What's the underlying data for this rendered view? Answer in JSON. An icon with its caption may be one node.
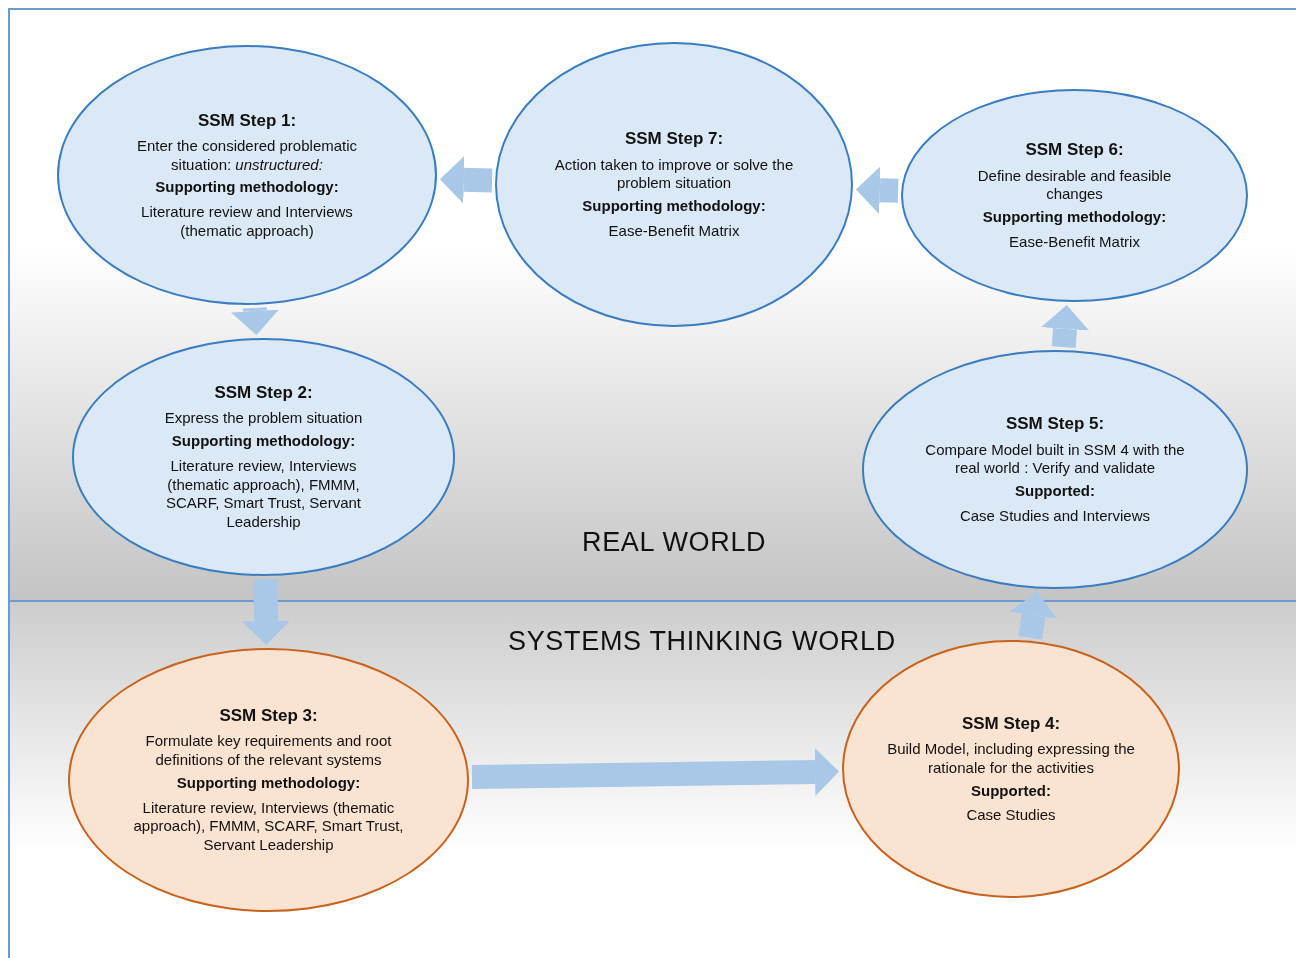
{
  "diagram": {
    "nodes": [
      {
        "text": [
          "SSM Step 1:",
          "Enter the considered problematic situation: *unstructured:*",
          "Supporting methodology:",
          "Literature review and Interviews (thematic approach)"
        ]
      },
      {
        "text": [
          "SSM Step 7:",
          "Action taken to improve or solve the problem situation",
          "Supporting methodology:",
          "Ease-Benefit Matrix"
        ]
      },
      {
        "text": [
          "SSM Step 6:",
          "Define desirable and feasible changes",
          "Supporting methodology:",
          "Ease-Benefit Matrix"
        ]
      },
      {
        "text": [
          "SSM Step 2:",
          "Express the problem situation",
          "Supporting methodology:",
          "Literature review, Interviews (thematic approach), FMMM, SCARF, Smart Trust, Servant Leadership"
        ]
      },
      {
        "text": [
          "SSM Step 5:",
          "Compare Model built in SSM 4 with the real world : Verify and validate",
          "Supported:",
          "Case Studies and Interviews"
        ]
      },
      {
        "text": [
          "SSM Step 3:",
          "Formulate key requirements and root definitions of the relevant systems",
          "Supporting methodology:",
          "Literature review, Interviews (thematic approach), FMMM, SCARF, Smart Trust, Servant Leadership"
        ]
      },
      {
        "text": [
          "SSM Step 4:",
          "Build Model, including expressing the rationale for the activities",
          "Supported:",
          "Case Studies"
        ]
      }
    ],
    "edges": [
      {
        "from": 1,
        "to": 0,
        "arrow": "to"
      },
      {
        "from": 2,
        "to": 1,
        "arrow": "to"
      },
      {
        "from": 0,
        "to": 3,
        "arrow": "to"
      },
      {
        "from": 3,
        "to": 5,
        "arrow": "to"
      },
      {
        "from": 5,
        "to": 6,
        "arrow": "to"
      },
      {
        "from": 6,
        "to": 4,
        "arrow": "to"
      },
      {
        "from": 4,
        "to": 2,
        "arrow": "to"
      }
    ],
    "labels": [
      "REAL WORLD",
      "SYSTEMS THINKING WORLD"
    ]
  }
}
